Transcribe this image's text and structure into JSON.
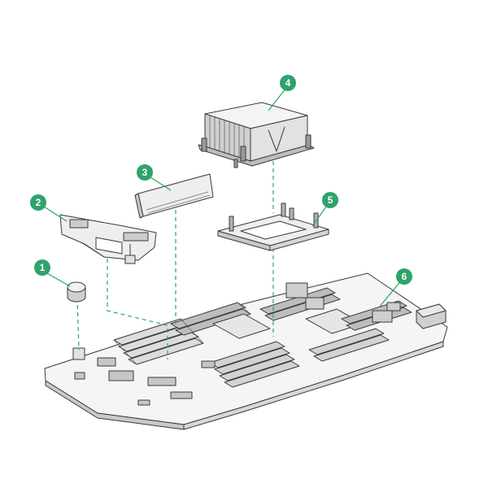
{
  "colors": {
    "callout_fill": "#2ea36b",
    "leader_line": "#2ea36b",
    "dashed_line": "#2ea36b",
    "part_stroke": "#3a3a3a",
    "part_fill": "#f0f0f0",
    "part_shade": "#b8b8b8",
    "background": "#ffffff"
  },
  "callouts": [
    {
      "label": "1",
      "part": "system-battery"
    },
    {
      "label": "2",
      "part": "riser-cage"
    },
    {
      "label": "3",
      "part": "dimm-module"
    },
    {
      "label": "4",
      "part": "processor-heatsink"
    },
    {
      "label": "5",
      "part": "processor-socket-frame"
    },
    {
      "label": "6",
      "part": "system-board"
    }
  ]
}
